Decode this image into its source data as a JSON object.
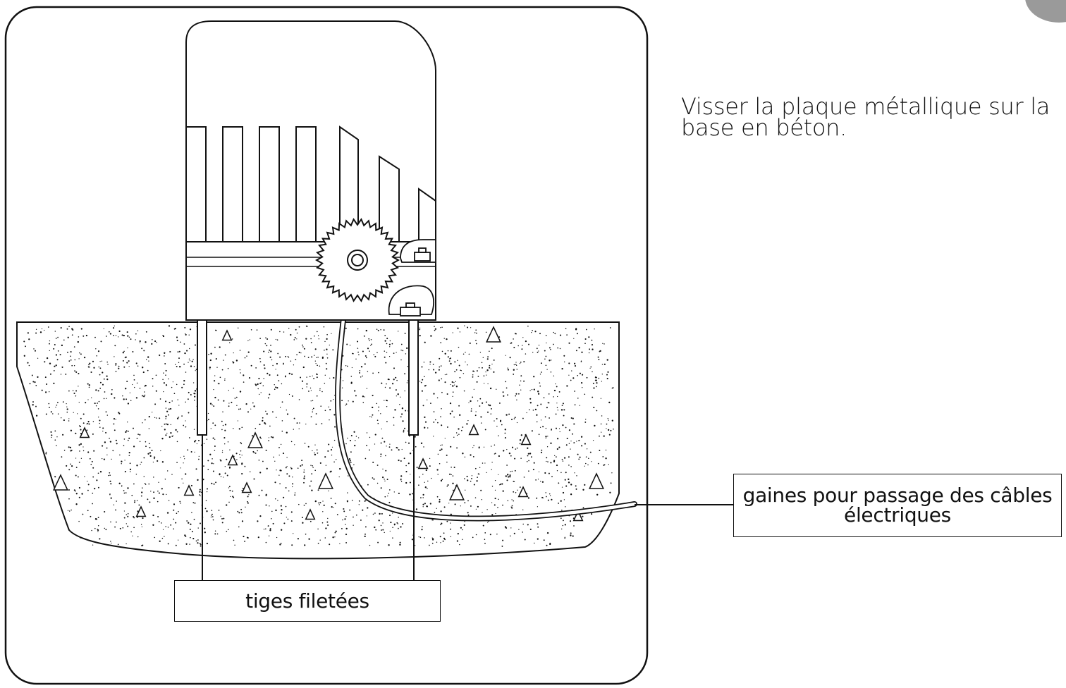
{
  "instruction": {
    "text": "Visser la plaque métallique sur la base en béton."
  },
  "labels": {
    "threaded_rods": "tiges filetées",
    "cable_conduits": "gaines pour passage des câbles électriques"
  },
  "colors": {
    "line": "#111111",
    "background": "#ffffff",
    "badge": "#9a9a9a"
  },
  "icons": {
    "gear": "gear-icon",
    "bolt": "bolt-icon"
  }
}
